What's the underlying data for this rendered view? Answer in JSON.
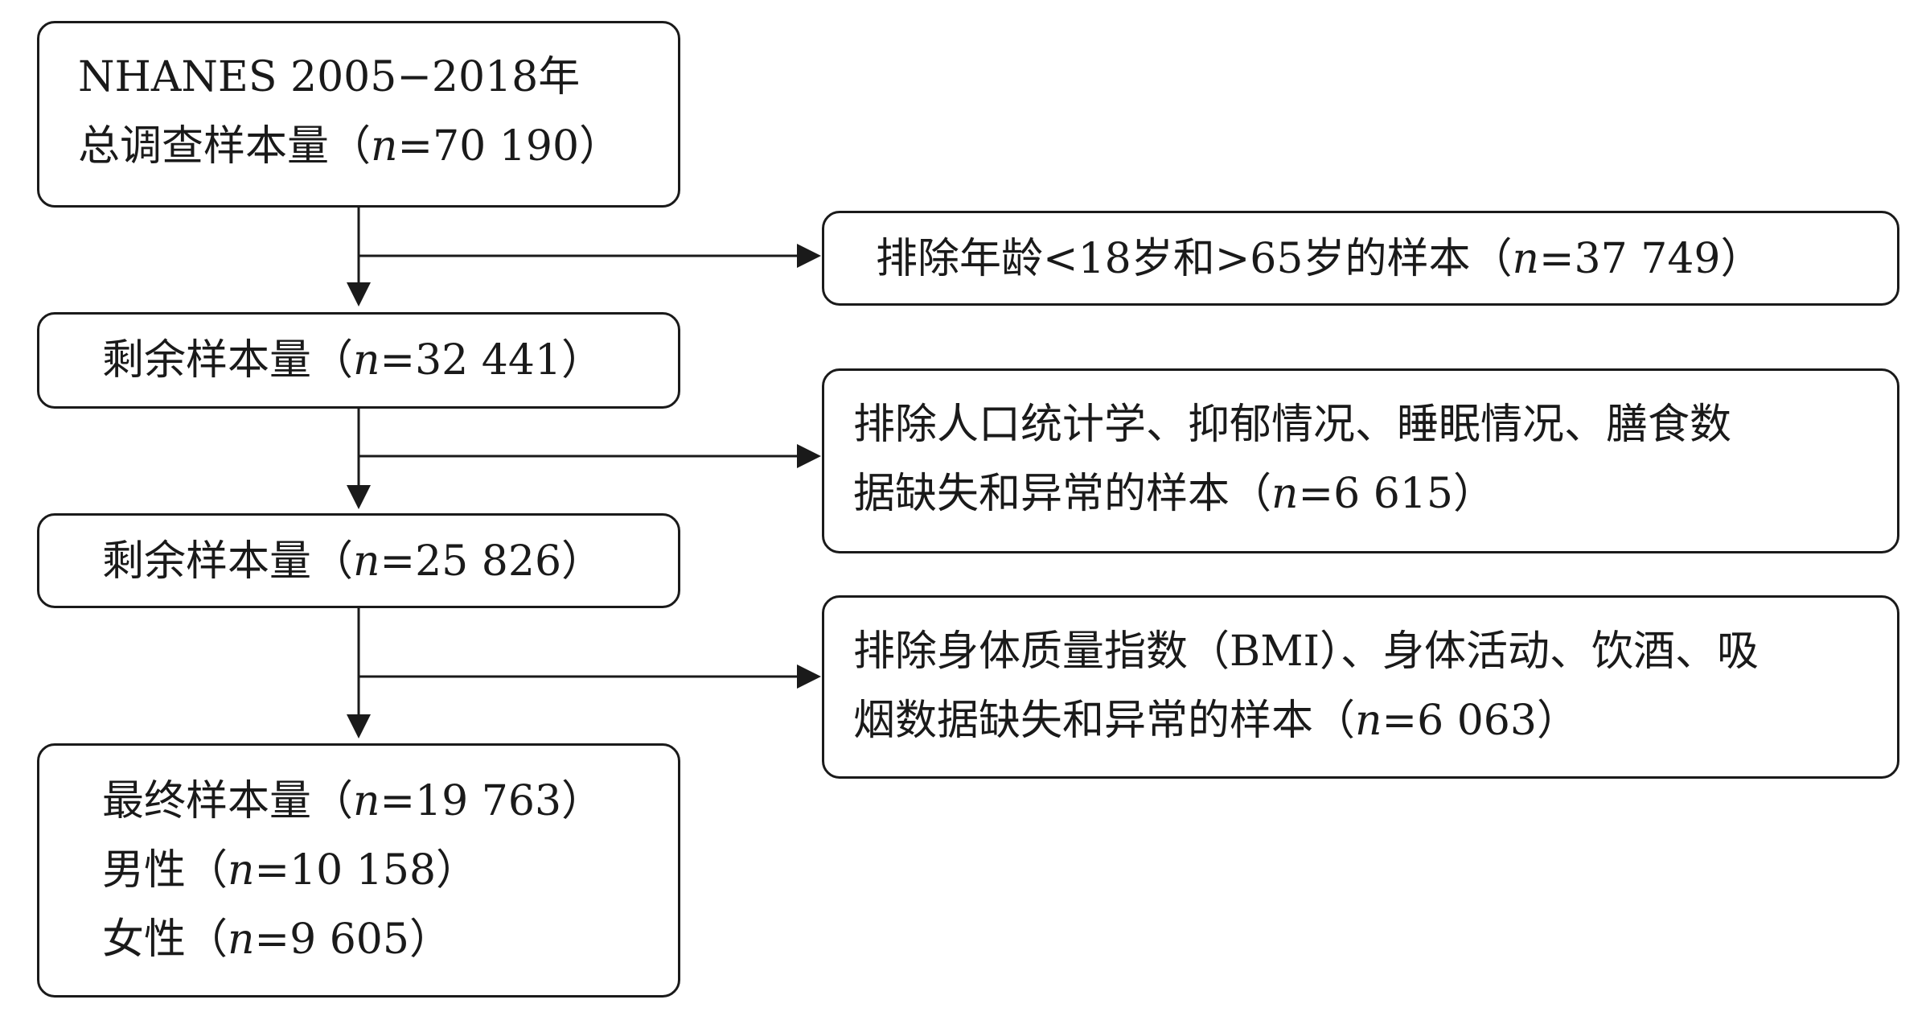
{
  "boxes": {
    "total": {
      "line1": "NHANES 2005−2018年",
      "line2_pre": "总调查样本量（",
      "n": "n",
      "line2_post": "=70 190）"
    },
    "excl_age": {
      "pre": "排除年龄<18岁和>65岁的样本（",
      "n": "n",
      "post": "=37 749）"
    },
    "remain1": {
      "pre": "剩余样本量（",
      "n": "n",
      "post": "=32 441）"
    },
    "excl_demo": {
      "line1": "排除人口统计学、抑郁情况、睡眠情况、膳食数",
      "line2_pre": "据缺失和异常的样本（",
      "n": "n",
      "line2_post": "=6 615）"
    },
    "remain2": {
      "pre": "剩余样本量（",
      "n": "n",
      "post": "=25 826）"
    },
    "excl_bmi": {
      "line1": "排除身体质量指数（BMI）、身体活动、饮酒、吸",
      "line2_pre": "烟数据缺失和异常的样本（",
      "n": "n",
      "line2_post": "=6 063）"
    },
    "final": {
      "line1_pre": "最终样本量（",
      "n": "n",
      "line1_post": "=19 763）",
      "line2_pre": "男性（",
      "line2_post": "=10 158）",
      "line3_pre": "女性（",
      "line3_post": "=9 605）"
    }
  }
}
